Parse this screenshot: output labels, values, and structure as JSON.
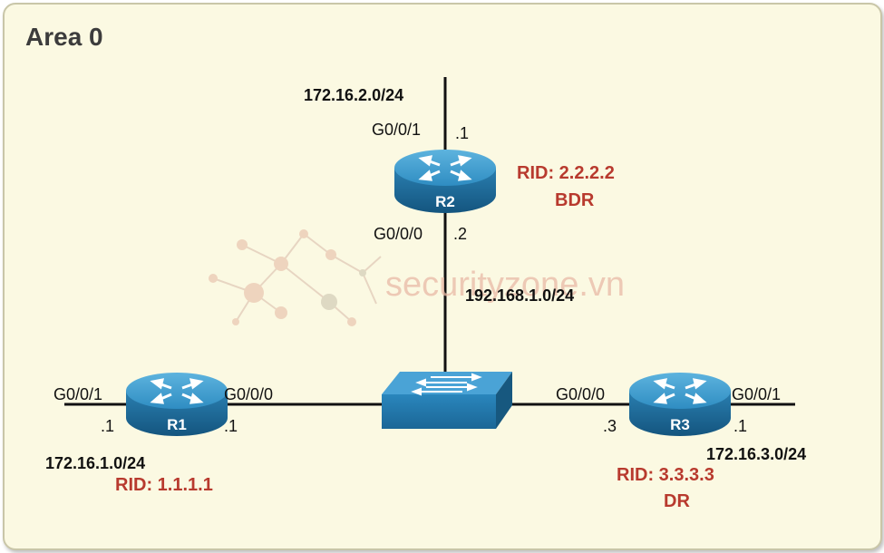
{
  "area": {
    "title": "Area 0"
  },
  "watermark": {
    "text": "securityzone.vn"
  },
  "networks": {
    "r2_lan": "172.16.2.0/24",
    "transit": "192.168.1.0/24",
    "r1_lan": "172.16.1.0/24",
    "r3_lan": "172.16.3.0/24"
  },
  "routers": {
    "r1": {
      "name": "R1",
      "rid": "RID: 1.1.1.1",
      "left_if": "G0/0/1",
      "left_host": ".1",
      "right_if": "G0/0/0",
      "right_host": ".1"
    },
    "r2": {
      "name": "R2",
      "rid": "RID: 2.2.2.2",
      "role": "BDR",
      "top_if": "G0/0/1",
      "top_host": ".1",
      "bottom_if": "G0/0/0",
      "bottom_host": ".2"
    },
    "r3": {
      "name": "R3",
      "rid": "RID: 3.3.3.3",
      "role": "DR",
      "left_if": "G0/0/0",
      "left_host": ".3",
      "right_if": "G0/0/1",
      "right_host": ".1"
    }
  },
  "colors": {
    "router": "#2b86b8",
    "router_top": "#3f9fd0",
    "accent_red": "#b83a2e",
    "background": "#fbf9e2"
  }
}
